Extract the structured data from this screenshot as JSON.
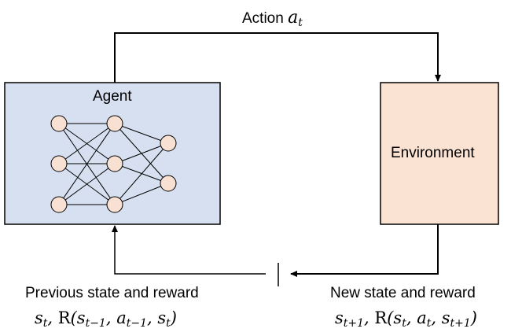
{
  "action": {
    "text": "Action",
    "symbol": "a",
    "sub": "t"
  },
  "agent": {
    "label": "Agent",
    "fill": "#d6e0f0"
  },
  "environment": {
    "label": "Environment",
    "fill": "#fbe3d4"
  },
  "previous": {
    "label": "Previous state and reward",
    "formula": {
      "s": "s",
      "s_sub": "t",
      "R": "R",
      "args": [
        "s",
        "a",
        "s"
      ],
      "arg_subs": [
        "t−1",
        "t−1",
        "t"
      ]
    }
  },
  "next": {
    "label": "New state and reward",
    "formula": {
      "s": "s",
      "s_sub": "t+1",
      "R": "R",
      "args": [
        "s",
        "a",
        "s"
      ],
      "arg_subs": [
        "t",
        "t",
        "t+1"
      ]
    }
  },
  "node_fill": "#f8e1d3"
}
